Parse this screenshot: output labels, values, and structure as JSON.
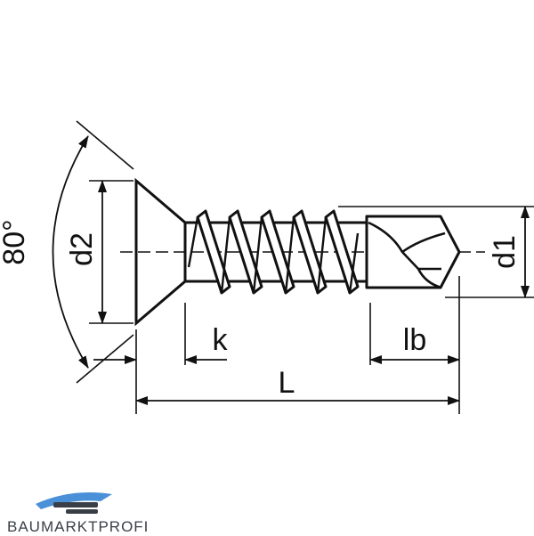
{
  "labels": {
    "angle": "80°",
    "head_diameter": "d2",
    "head_height": "k",
    "total_length": "L",
    "drill_length": "lb",
    "shank_diameter": "d1"
  },
  "brand": {
    "name": "BAUMARKTPROFI",
    "accent_color": "#4a90d9",
    "dark_color": "#3a3f47"
  },
  "colors": {
    "line": "#111111",
    "background": "#ffffff"
  }
}
